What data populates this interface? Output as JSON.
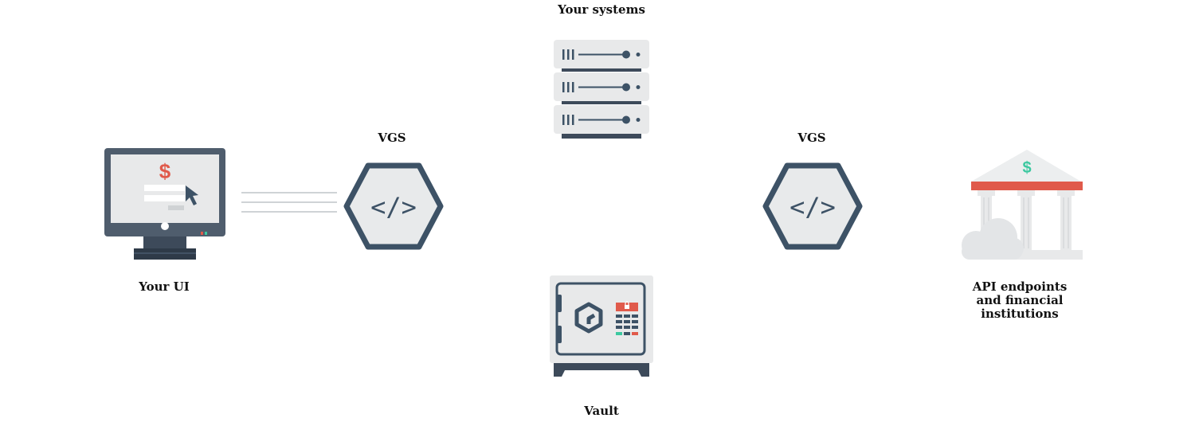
{
  "labels": {
    "your_systems": "Your systems",
    "vgs_left": "VGS",
    "vgs_right": "VGS",
    "your_ui": "Your UI",
    "api_endpoints": "API endpoints\nand financial\n institutions",
    "vault": "Vault"
  },
  "icons": {
    "monitor": "monitor-icon",
    "server": "server-rack-icon",
    "vgs_proxy": "code-hexagon-icon",
    "bank": "bank-building-icon",
    "vault": "vault-safe-icon"
  },
  "glyphs": {
    "dollar": "$",
    "code": "</>"
  },
  "colors": {
    "dark_slate": "#3d5266",
    "hex_fill": "#e8eaeb",
    "red_accent": "#e05a4b",
    "teal_accent": "#3cc8a0",
    "light_gray": "#e8e9ea",
    "mid_gray": "#c9ccce"
  }
}
